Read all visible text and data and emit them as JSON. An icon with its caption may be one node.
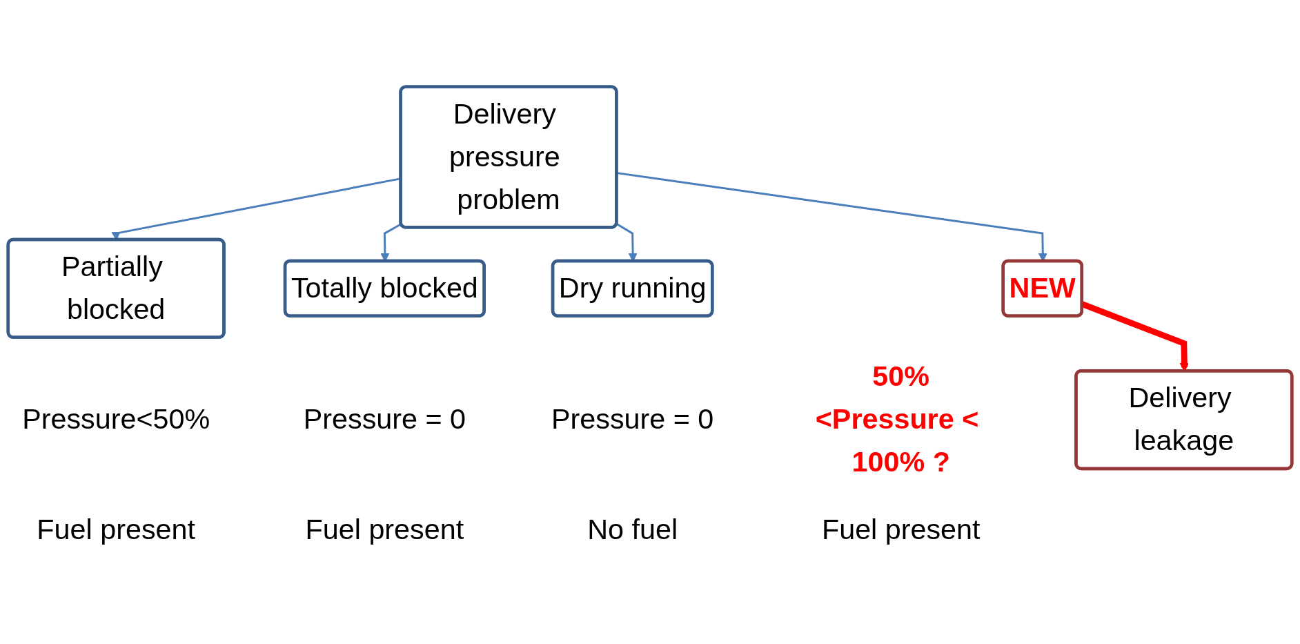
{
  "diagram": {
    "nodes": [
      {
        "text": [
          "Delivery pressure problem"
        ]
      },
      {
        "text": [
          "Partially blocked"
        ],
        "beside": [
          "Pressure<50%",
          "Fuel present"
        ]
      },
      {
        "text": [
          "Totally blocked"
        ],
        "beside": [
          "Pressure = 0",
          "Fuel present"
        ]
      },
      {
        "text": [
          "Dry running"
        ],
        "beside": [
          "Pressure = 0",
          "No fuel"
        ]
      },
      {
        "text": [
          "NEW"
        ],
        "beside": [
          "50%<Pressure < 100% ?",
          "Fuel present"
        ]
      },
      {
        "text": [
          "Delivery leakage"
        ]
      }
    ],
    "edges": [
      {
        "from": 0,
        "to": 1,
        "arrow": "to"
      },
      {
        "from": 0,
        "to": 2,
        "arrow": "to"
      },
      {
        "from": 0,
        "to": 3,
        "arrow": "to"
      },
      {
        "from": 0,
        "to": 4,
        "arrow": "to"
      },
      {
        "from": 4,
        "to": 5,
        "arrow": "to",
        "style": "thick",
        "color": "#ff0000"
      }
    ]
  }
}
